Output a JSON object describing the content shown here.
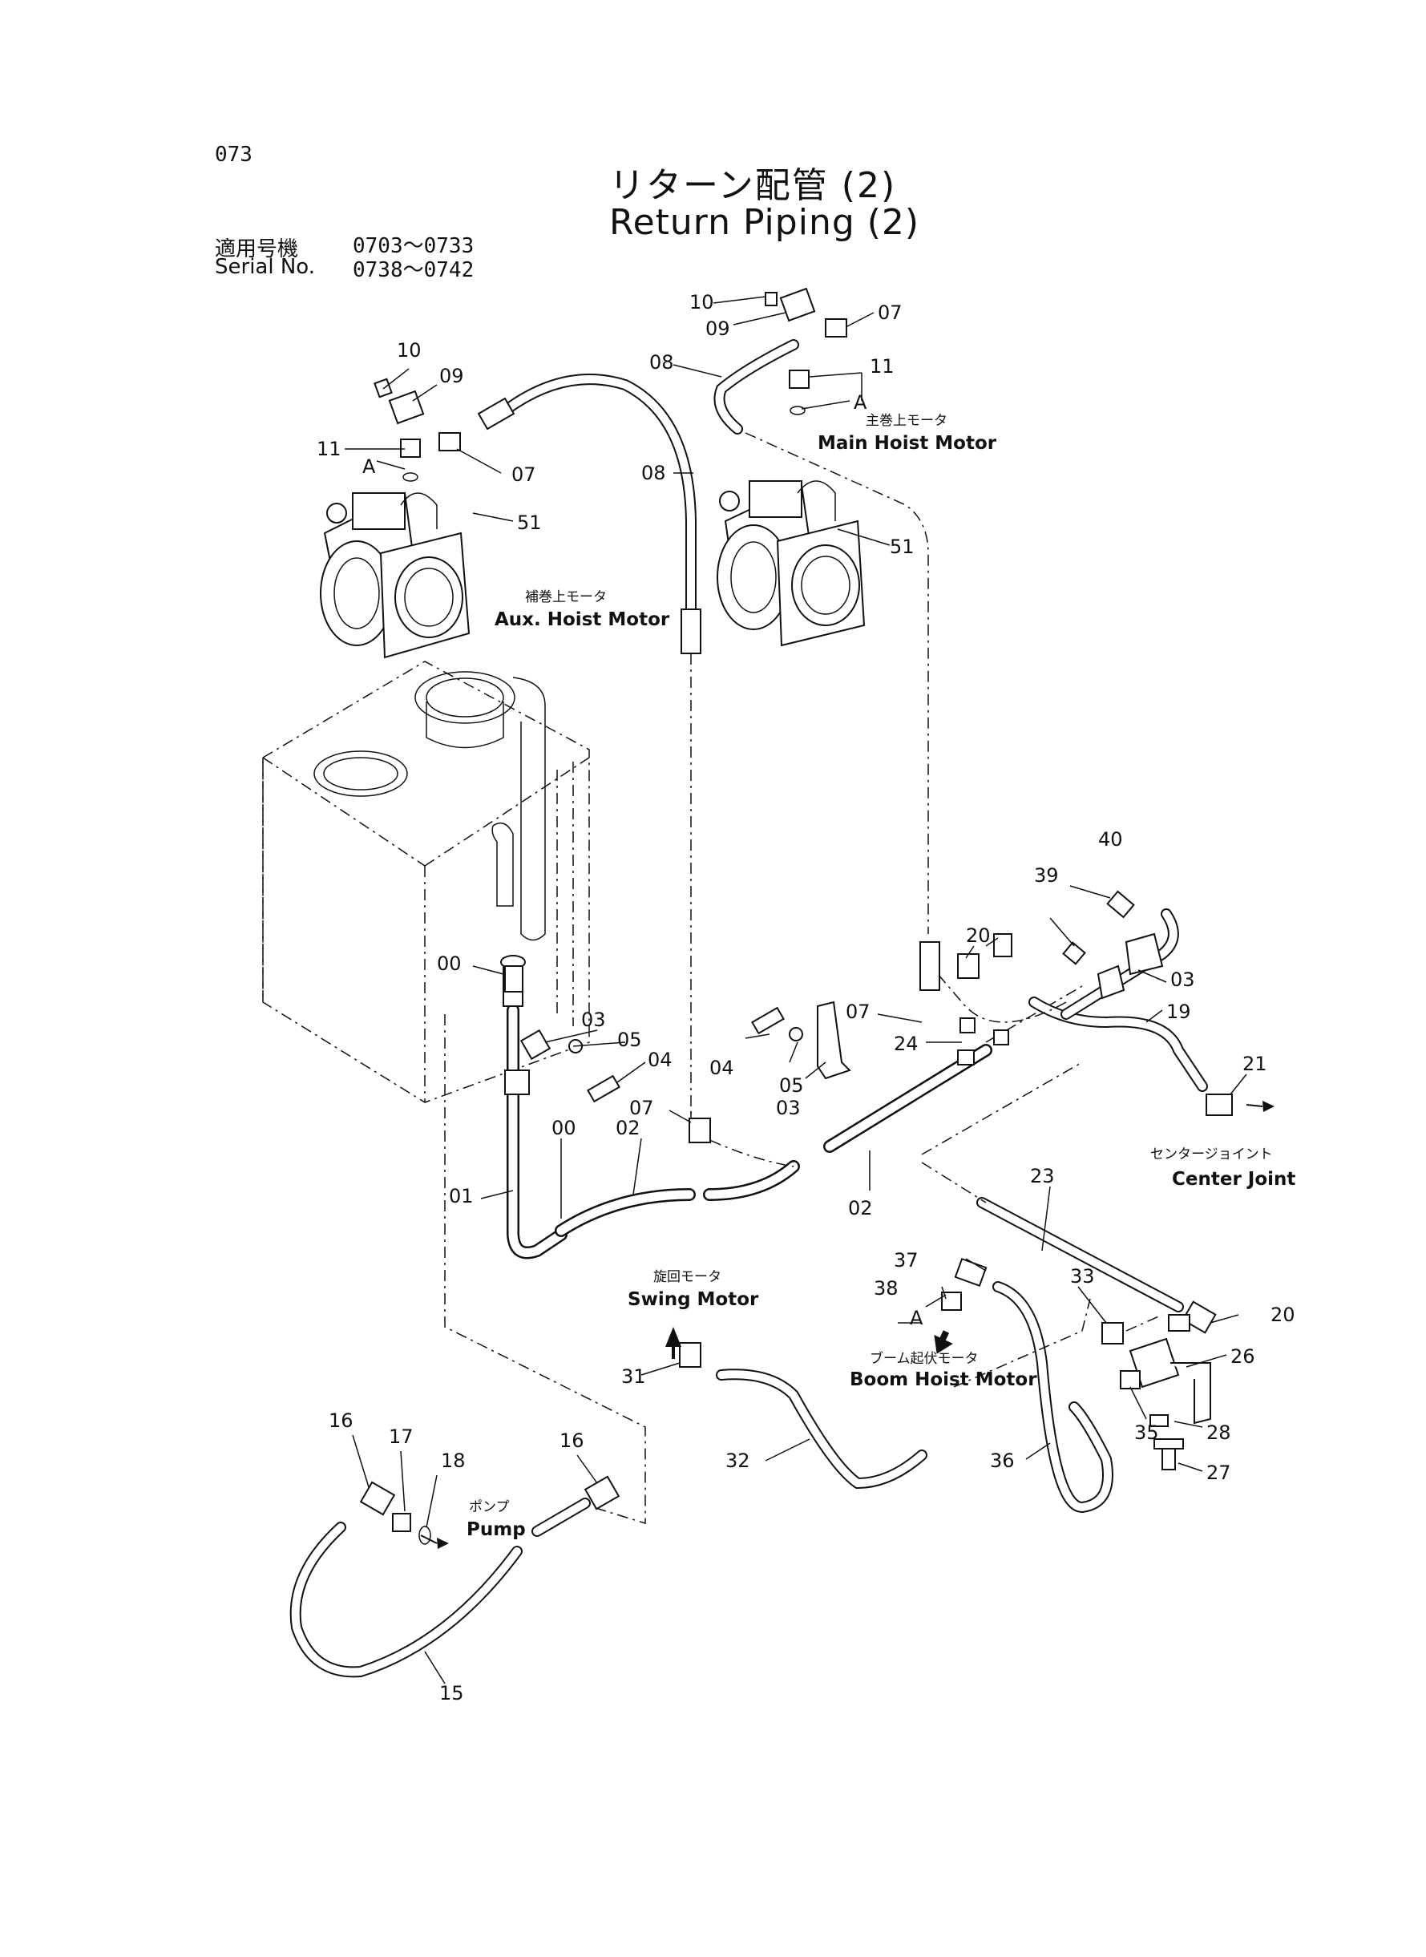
{
  "header": {
    "page_number": "073",
    "title_jp": "リターン配管 (2)",
    "title_en": "Return Piping (2)",
    "serial_label_jp": "適用号機",
    "serial_label_en": "Serial No.",
    "serial_range_1": "0703～0733",
    "serial_range_2": "0738～0742"
  },
  "labels": {
    "main_hoist_jp": "主巻上モータ",
    "main_hoist_en": "Main Hoist Motor",
    "aux_hoist_jp": "補巻上モータ",
    "aux_hoist_en": "Aux. Hoist Motor",
    "center_joint_jp": "センタージョイント",
    "center_joint_en": "Center Joint",
    "swing_jp": "旋回モータ",
    "swing_en": "Swing  Motor",
    "boom_hoist_jp": "ブーム起伏モータ",
    "boom_hoist_en": "Boom Hoist Motor",
    "pump_jp": "ポンプ",
    "pump_en": "Pump",
    "detail_a": "A"
  },
  "part_numbers": {
    "p00": "00",
    "p01": "01",
    "p02": "02",
    "p03": "03",
    "p04": "04",
    "p05": "05",
    "p07": "07",
    "p08": "08",
    "p09": "09",
    "p10": "10",
    "p11": "11",
    "p15": "15",
    "p16": "16",
    "p17": "17",
    "p18": "18",
    "p19": "19",
    "p20": "20",
    "p21": "21",
    "p23": "23",
    "p24": "24",
    "p26": "26",
    "p27": "27",
    "p28": "28",
    "p31": "31",
    "p32": "32",
    "p33": "33",
    "p35": "35",
    "p36": "36",
    "p37": "37",
    "p38": "38",
    "p39": "39",
    "p40": "40",
    "p51": "51"
  }
}
